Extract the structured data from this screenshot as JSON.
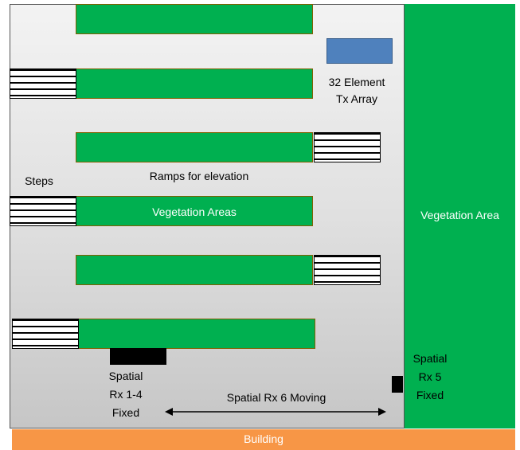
{
  "labels": {
    "tx_array": [
      "32 Element",
      "Tx Array"
    ],
    "steps": "Steps",
    "ramps": "Ramps for elevation",
    "vegetation_areas": "Vegetation Areas",
    "vegetation_area": "Vegetation Area",
    "rx_1_4": [
      "Spatial",
      "Rx 1-4",
      "Fixed"
    ],
    "rx_5": [
      "Spatial",
      "Rx 5",
      "Fixed"
    ],
    "rx_6": "Spatial Rx 6 Moving",
    "building": "Building"
  },
  "colors": {
    "vegetation": "#00b050",
    "tx_array": "#4f81bd",
    "building": "#f79646",
    "receiver": "#000000"
  }
}
